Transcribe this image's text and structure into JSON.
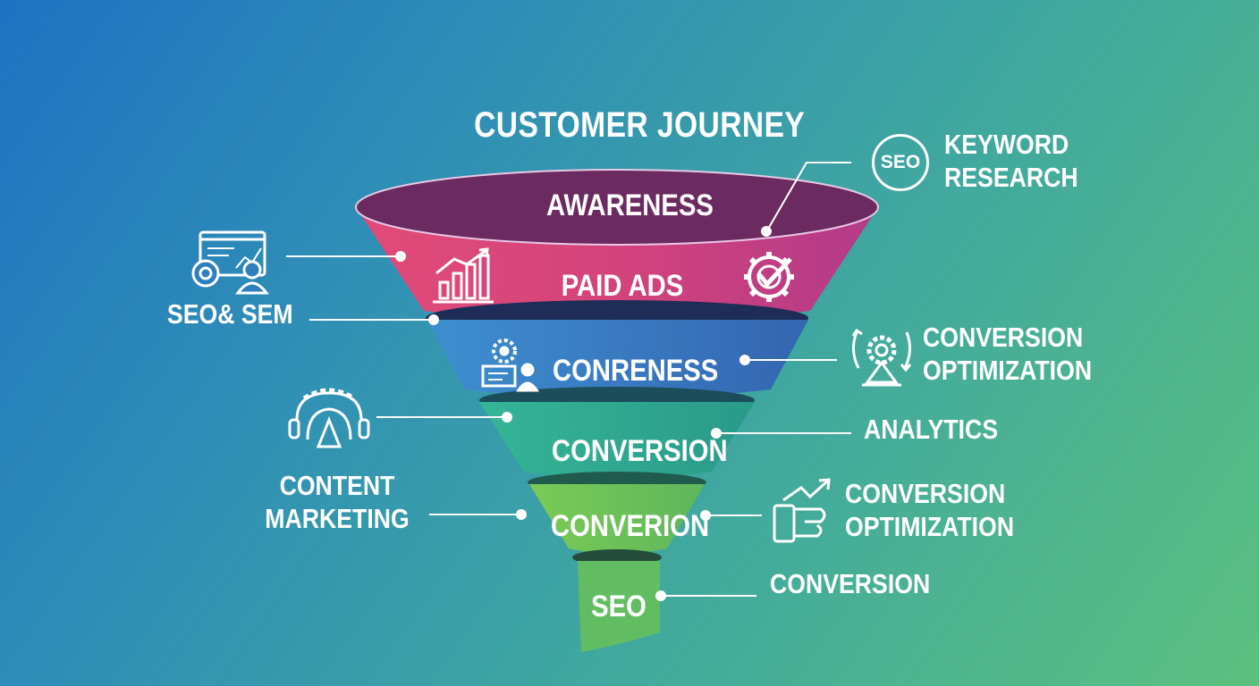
{
  "title": "CUSTOMER JOURNEY",
  "stages": [
    {
      "label": "AWARENESS"
    },
    {
      "label": "PAID ADS"
    },
    {
      "label": "CONRENESS"
    },
    {
      "label": "CONVERSION"
    },
    {
      "label": "CONVERION"
    },
    {
      "label": "SEO"
    }
  ],
  "left_callouts": [
    {
      "label": "SEO& SEM",
      "icon": "analytics-dashboard-icon"
    },
    {
      "label": "CONTENT\nMARKETING",
      "icon": "gear-head-icon"
    }
  ],
  "right_callouts": [
    {
      "label": "KEYWORD\nRESEARCH",
      "icon": "seo-badge-icon",
      "badge_text": "SEO"
    },
    {
      "label": "CONVERSION\nOPTIMIZATION",
      "icon": "gear-arrows-icon"
    },
    {
      "label": "ANALYTICS"
    },
    {
      "label": "CONVERSION\nOPTIMIZATION",
      "icon": "hand-growth-icon"
    },
    {
      "label": "CONVERSION"
    }
  ],
  "colors": {
    "awareness_top": "#6b2a60",
    "paid_ads": "#d9497a",
    "conreness": "#3a78c0",
    "conversion": "#2fa88f",
    "converion": "#6cc05a",
    "seo": "#5fbb62",
    "text": "#ffffff"
  }
}
